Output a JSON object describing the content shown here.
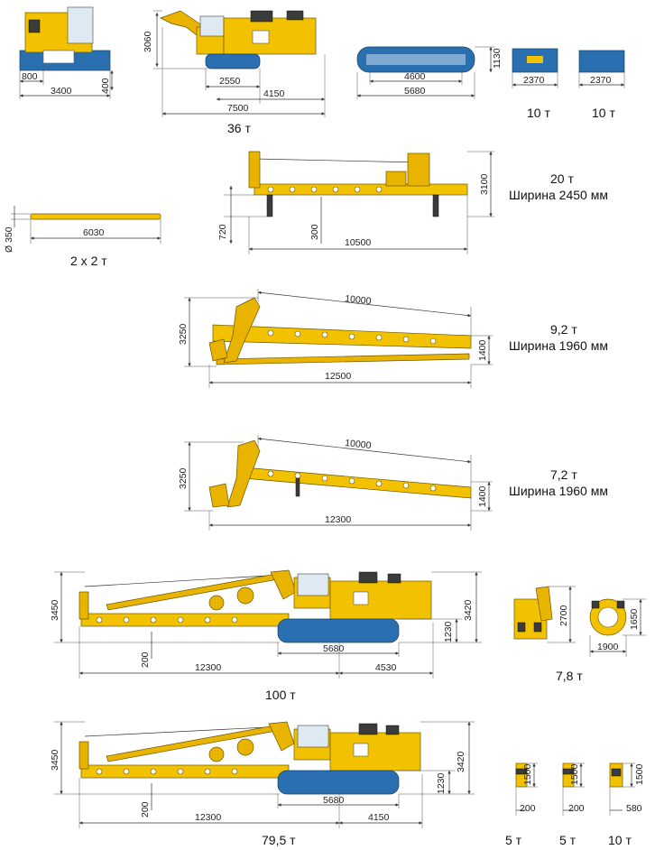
{
  "colors": {
    "machine": "#f2c200",
    "track": "#2a6fb0",
    "text": "#222222"
  },
  "row1": {
    "front": {
      "w": "3400",
      "side": "800",
      "h": "400"
    },
    "side": {
      "h": "3060",
      "a": "2550",
      "b": "4150",
      "total": "7500"
    },
    "base_weight": "36 т",
    "track": {
      "len": "4600",
      "total": "5680",
      "h": "1130"
    },
    "cw1": {
      "w": "2370",
      "weight": "10 т"
    },
    "cw2": {
      "w": "2370",
      "weight": "10 т"
    }
  },
  "row2": {
    "pipe": {
      "d": "Ø 350",
      "len": "6030",
      "weight": "2 x 2 т"
    },
    "mast": {
      "h": "3100",
      "h2": "720",
      "h3": "300",
      "len": "10500",
      "weight": "20 т",
      "width": "Ширина 2450 мм"
    }
  },
  "row3": {
    "top": "10000",
    "h": "3250",
    "h2": "1400",
    "len": "12500",
    "weight": "9,2 т",
    "width": "Ширина 1960 мм"
  },
  "row4": {
    "top": "10000",
    "h": "3250",
    "h2": "1400",
    "len": "12300",
    "weight": "7,2 т",
    "width": "Ширина 1960 мм"
  },
  "row5": {
    "h": "3450",
    "h2": "3420",
    "h3": "1230",
    "low": "200",
    "track": "5680",
    "len": "12300",
    "rear": "4530",
    "weight": "100 т",
    "aux": {
      "h": "2700",
      "h2": "1650",
      "w": "1900",
      "weight": "7,8 т"
    }
  },
  "row6": {
    "h": "3450",
    "h2": "3420",
    "h3": "1230",
    "low": "200",
    "track": "5680",
    "len": "12300",
    "rear": "4150",
    "weight": "79,5 т",
    "w1": {
      "h": "1500",
      "w": "200",
      "weight": "5 т"
    },
    "w2": {
      "h": "1500",
      "w": "200",
      "weight": "5 т"
    },
    "w3": {
      "h": "1500",
      "w": "580",
      "weight": "10 т"
    }
  }
}
